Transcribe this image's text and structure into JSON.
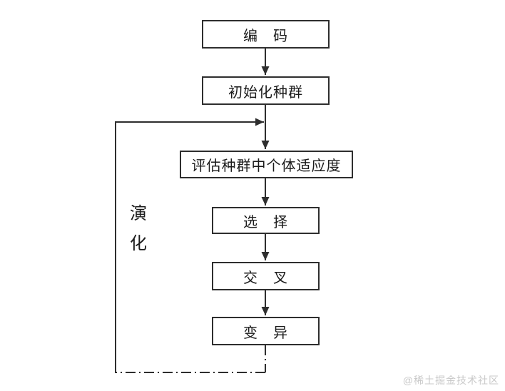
{
  "flowchart": {
    "nodes": [
      {
        "id": "encode",
        "label": "编　码"
      },
      {
        "id": "init-population",
        "label": "初始化种群"
      },
      {
        "id": "evaluate-fitness",
        "label": "评估种群中个体适应度"
      },
      {
        "id": "selection",
        "label": "选　择"
      },
      {
        "id": "crossover",
        "label": "交　叉"
      },
      {
        "id": "mutation",
        "label": "变　异"
      }
    ],
    "edges": [
      {
        "from": "encode",
        "to": "init-population",
        "style": "solid-arrow"
      },
      {
        "from": "init-population",
        "to": "evaluate-fitness",
        "style": "solid-arrow"
      },
      {
        "from": "evaluate-fitness",
        "to": "selection",
        "style": "solid-arrow"
      },
      {
        "from": "selection",
        "to": "crossover",
        "style": "solid-arrow"
      },
      {
        "from": "crossover",
        "to": "mutation",
        "style": "solid-arrow"
      },
      {
        "from": "mutation",
        "to": "evaluate-fitness",
        "style": "loop-back, dash-dot bottom segment, solid left riser, arrow merges above evaluate box"
      }
    ],
    "loop_label_chars": [
      "演",
      "化"
    ],
    "colors": {
      "line": "#2e2e2e",
      "text": "#1b1b1b",
      "background": "#ffffff",
      "watermark": "#c9c9c9"
    }
  },
  "watermark": {
    "text": "@稀土掘金技术社区"
  }
}
